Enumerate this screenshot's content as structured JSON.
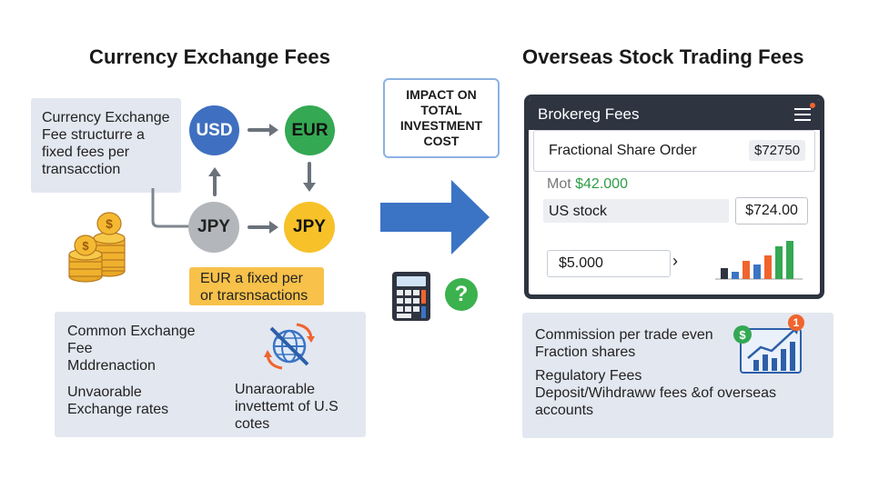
{
  "left": {
    "title": "Currency Exchange Fees",
    "note": [
      "Currency Exchange",
      "Fee structurre a",
      "fixed fees per",
      "transacction"
    ],
    "currencies": {
      "top_left": "USD",
      "top_right": "EUR",
      "bottom_left": "JPY",
      "bottom_right": "JPY"
    },
    "highlight": [
      "EUR a fixed per",
      "or trarsnsactions"
    ],
    "bottom_box": {
      "item1": [
        "Common Exchange",
        "Fee",
        "Mddrenaction"
      ],
      "item2": [
        "Unvaorable",
        "Exchange rates"
      ],
      "item3": [
        "Unaraorable",
        "invettemt of U.S",
        "cotes"
      ]
    }
  },
  "center": {
    "impact_label": [
      "IMPACT ON",
      "TOTAL",
      "INVESTMENT",
      "COST"
    ],
    "question_mark": "?"
  },
  "right": {
    "title": "Overseas Stock Trading Fees",
    "app": {
      "header": "Brokereg Fees",
      "order_label": "Fractional Share Order",
      "order_value": "$72750",
      "mot_label": "Mot",
      "mot_value": "$42.000",
      "stock_label": "US stock",
      "stock_value": "$724.00",
      "amount_value": "$5.000",
      "amount_chevron": "›"
    },
    "bottom_box": {
      "lines": [
        "Commission per trade even",
        "Fraction shares"
      ],
      "lines2": [
        "Regulatory Fees",
        "Deposit/Wihdraww fees &of overseas",
        "accounts"
      ],
      "badge": "1",
      "dollar": "$"
    }
  },
  "colors": {
    "usd": "#3f6fc0",
    "eur": "#34a853",
    "jpy_gray": "#b3b6bb",
    "jpy_gold": "#f6c129",
    "arrow_blue": "#3b74c4",
    "dark": "#2f3441",
    "highlight": "#f7c14a",
    "green_text": "#2e9e48",
    "box_gray": "#e3e7f0"
  }
}
